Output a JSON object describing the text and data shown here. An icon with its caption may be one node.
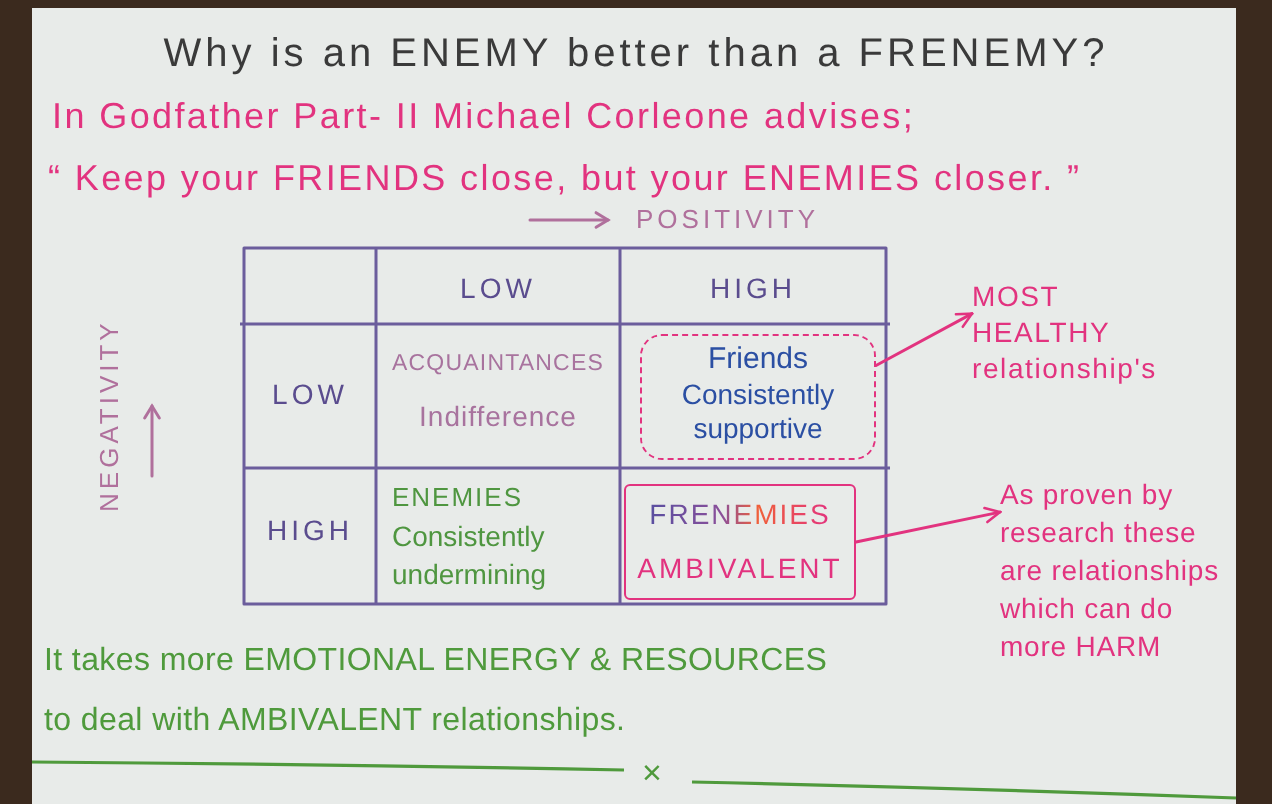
{
  "diagram": {
    "title": "Why is an ENEMY better than a FRENEMY?",
    "nodes": [
      {
        "text": [
          "Friends",
          "Consistently supportive"
        ]
      },
      {
        "text": [
          "MOST HEALTHY relationship's"
        ]
      },
      {
        "text": [
          "FRENEMIES",
          "AMBIVALENT"
        ]
      },
      {
        "text": [
          "As proven by research these are relationships which can do more HARM"
        ]
      }
    ],
    "edges": [
      {
        "from": 0,
        "to": 1,
        "arrow": "to"
      },
      {
        "from": 2,
        "to": 3,
        "arrow": "to"
      }
    ],
    "labels": [
      "In Godfather Part- II Michael Corleone advises;",
      "“ Keep your FRIENDS close, but your ENEMIES closer. ”",
      "POSITIVITY",
      "NEGATIVITY",
      "LOW",
      "HIGH",
      "LOW",
      "ACQUAINTANCES",
      "Indifference",
      "HIGH",
      "ENEMIES",
      "Consistently undermining",
      "It takes more EMOTIONAL ENERGY & RESOURCES to deal with AMBIVALENT relationships.",
      "×"
    ]
  }
}
